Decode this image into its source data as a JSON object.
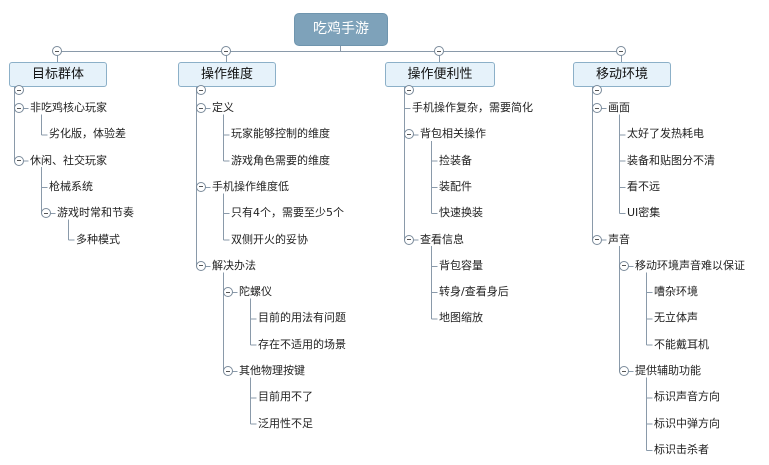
{
  "root": "吃鸡手游",
  "categories": [
    {
      "label": "目标群体",
      "children": [
        {
          "label": "非吃鸡核心玩家",
          "children": [
            {
              "label": "劣化版，体验差"
            }
          ]
        },
        {
          "label": "休闲、社交玩家",
          "children": [
            {
              "label": "枪械系统"
            },
            {
              "label": "游戏时常和节奏",
              "children": [
                {
                  "label": "多种模式"
                }
              ]
            }
          ]
        }
      ]
    },
    {
      "label": "操作维度",
      "children": [
        {
          "label": "定义",
          "children": [
            {
              "label": "玩家能够控制的维度"
            },
            {
              "label": "游戏角色需要的维度"
            }
          ]
        },
        {
          "label": "手机操作维度低",
          "children": [
            {
              "label": "只有4个，需要至少5个"
            },
            {
              "label": "双侧开火的妥协"
            }
          ]
        },
        {
          "label": "解决办法",
          "children": [
            {
              "label": "陀螺仪",
              "children": [
                {
                  "label": "目前的用法有问题"
                },
                {
                  "label": "存在不适用的场景"
                }
              ]
            },
            {
              "label": "其他物理按键",
              "children": [
                {
                  "label": "目前用不了"
                },
                {
                  "label": "泛用性不足"
                }
              ]
            }
          ]
        }
      ]
    },
    {
      "label": "操作便利性",
      "children": [
        {
          "label": "手机操作复杂，需要简化"
        },
        {
          "label": "背包相关操作",
          "children": [
            {
              "label": "捡装备"
            },
            {
              "label": "装配件"
            },
            {
              "label": "快速换装"
            }
          ]
        },
        {
          "label": "查看信息",
          "children": [
            {
              "label": "背包容量"
            },
            {
              "label": "转身/查看身后"
            },
            {
              "label": "地图缩放"
            }
          ]
        }
      ]
    },
    {
      "label": "移动环境",
      "children": [
        {
          "label": "画面",
          "children": [
            {
              "label": "太好了发热耗电"
            },
            {
              "label": "装备和贴图分不清"
            },
            {
              "label": "看不远"
            },
            {
              "label": "UI密集"
            }
          ]
        },
        {
          "label": "声音",
          "children": [
            {
              "label": "移动环境声音难以保证",
              "children": [
                {
                  "label": "嘈杂环境"
                },
                {
                  "label": "无立体声"
                },
                {
                  "label": "不能戴耳机"
                }
              ]
            },
            {
              "label": "提供辅助功能",
              "children": [
                {
                  "label": "标识声音方向"
                },
                {
                  "label": "标识中弹方向"
                },
                {
                  "label": "标识击杀者"
                }
              ]
            }
          ]
        }
      ]
    }
  ]
}
